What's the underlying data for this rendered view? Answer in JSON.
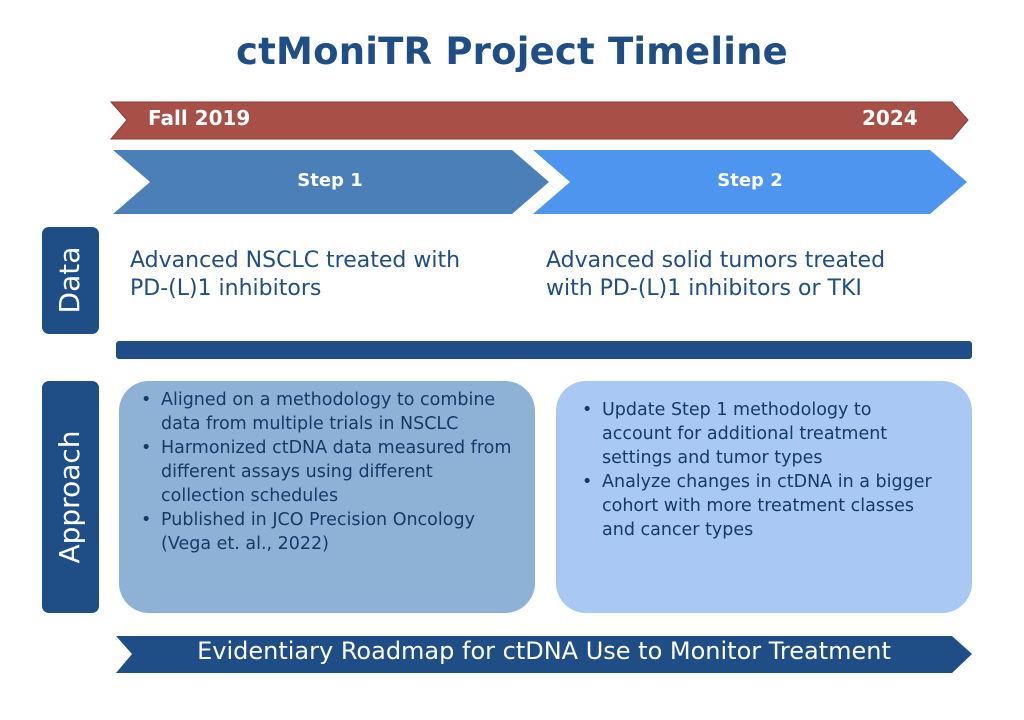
{
  "title": "ctMoniTR Project Timeline",
  "timeline": {
    "start_label": "Fall 2019",
    "end_label": "2024"
  },
  "steps": [
    {
      "label": "Step 1"
    },
    {
      "label": "Step 2"
    }
  ],
  "rows": {
    "data_label": "Data",
    "approach_label": "Approach"
  },
  "data": {
    "step1_line1": "Advanced NSCLC treated with",
    "step1_line2": "PD-(L)1 inhibitors",
    "step2_line1": "Advanced solid tumors treated",
    "step2_line2": "with PD-(L)1 inhibitors or TKI"
  },
  "approach": {
    "step1_items": [
      "Aligned on a methodology to combine data from multiple trials in NSCLC",
      "Harmonized ctDNA data measured from different assays using different collection schedules",
      "Published in JCO Precision Oncology (Vega et. al., 2022)"
    ],
    "step2_items": [
      "Update Step 1 methodology to account for additional treatment settings and tumor types",
      "Analyze changes in ctDNA in a bigger cohort with more treatment classes and cancer types"
    ]
  },
  "footer": "Evidentiary Roadmap for ctDNA Use to Monitor Treatment",
  "colors": {
    "navy": "#1f4e86",
    "timeline_red": "#a84f48",
    "step1_blue": "#4a7fb8",
    "step2_blue": "#4d95ee",
    "box1": "#8eb2d6",
    "box2": "#a9c8f4"
  }
}
